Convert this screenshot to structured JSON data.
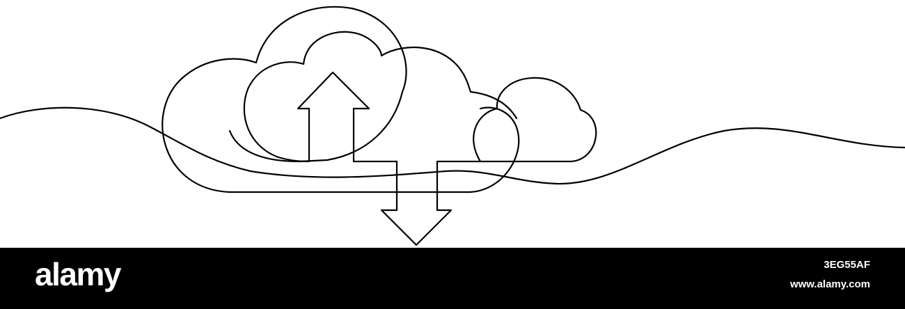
{
  "artwork": {
    "subject": "continuous line drawing of clouds with upload and download arrows",
    "icons": [
      "cloud-icon",
      "upload-arrow-icon",
      "download-arrow-icon"
    ],
    "stroke_color": "#000000",
    "background_color": "#ffffff"
  },
  "footer": {
    "logo_text": "alamy",
    "image_id": "3EG55AF",
    "site_url": "www.alamy.com",
    "background_color": "#000000",
    "text_color": "#ffffff"
  }
}
